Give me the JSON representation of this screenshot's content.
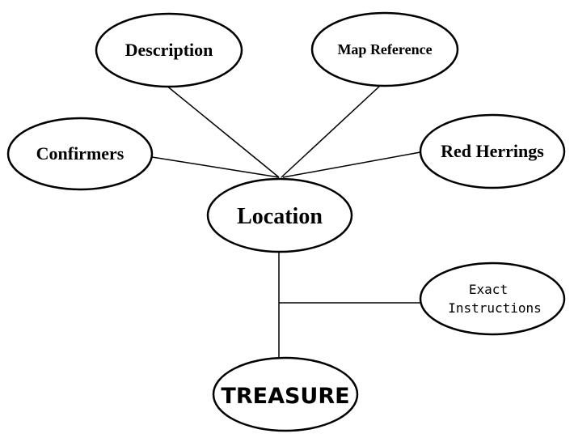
{
  "diagram": {
    "nodes": {
      "description": "Description",
      "map_reference": "Map Reference",
      "confirmers": "Confirmers",
      "red_herrings": "Red Herrings",
      "location": "Location",
      "exact_instructions_line1": "Exact",
      "exact_instructions_line2": "Instructions",
      "treasure": "TREASURE"
    },
    "colors": {
      "stroke": "#000000",
      "fill": "#ffffff"
    }
  }
}
